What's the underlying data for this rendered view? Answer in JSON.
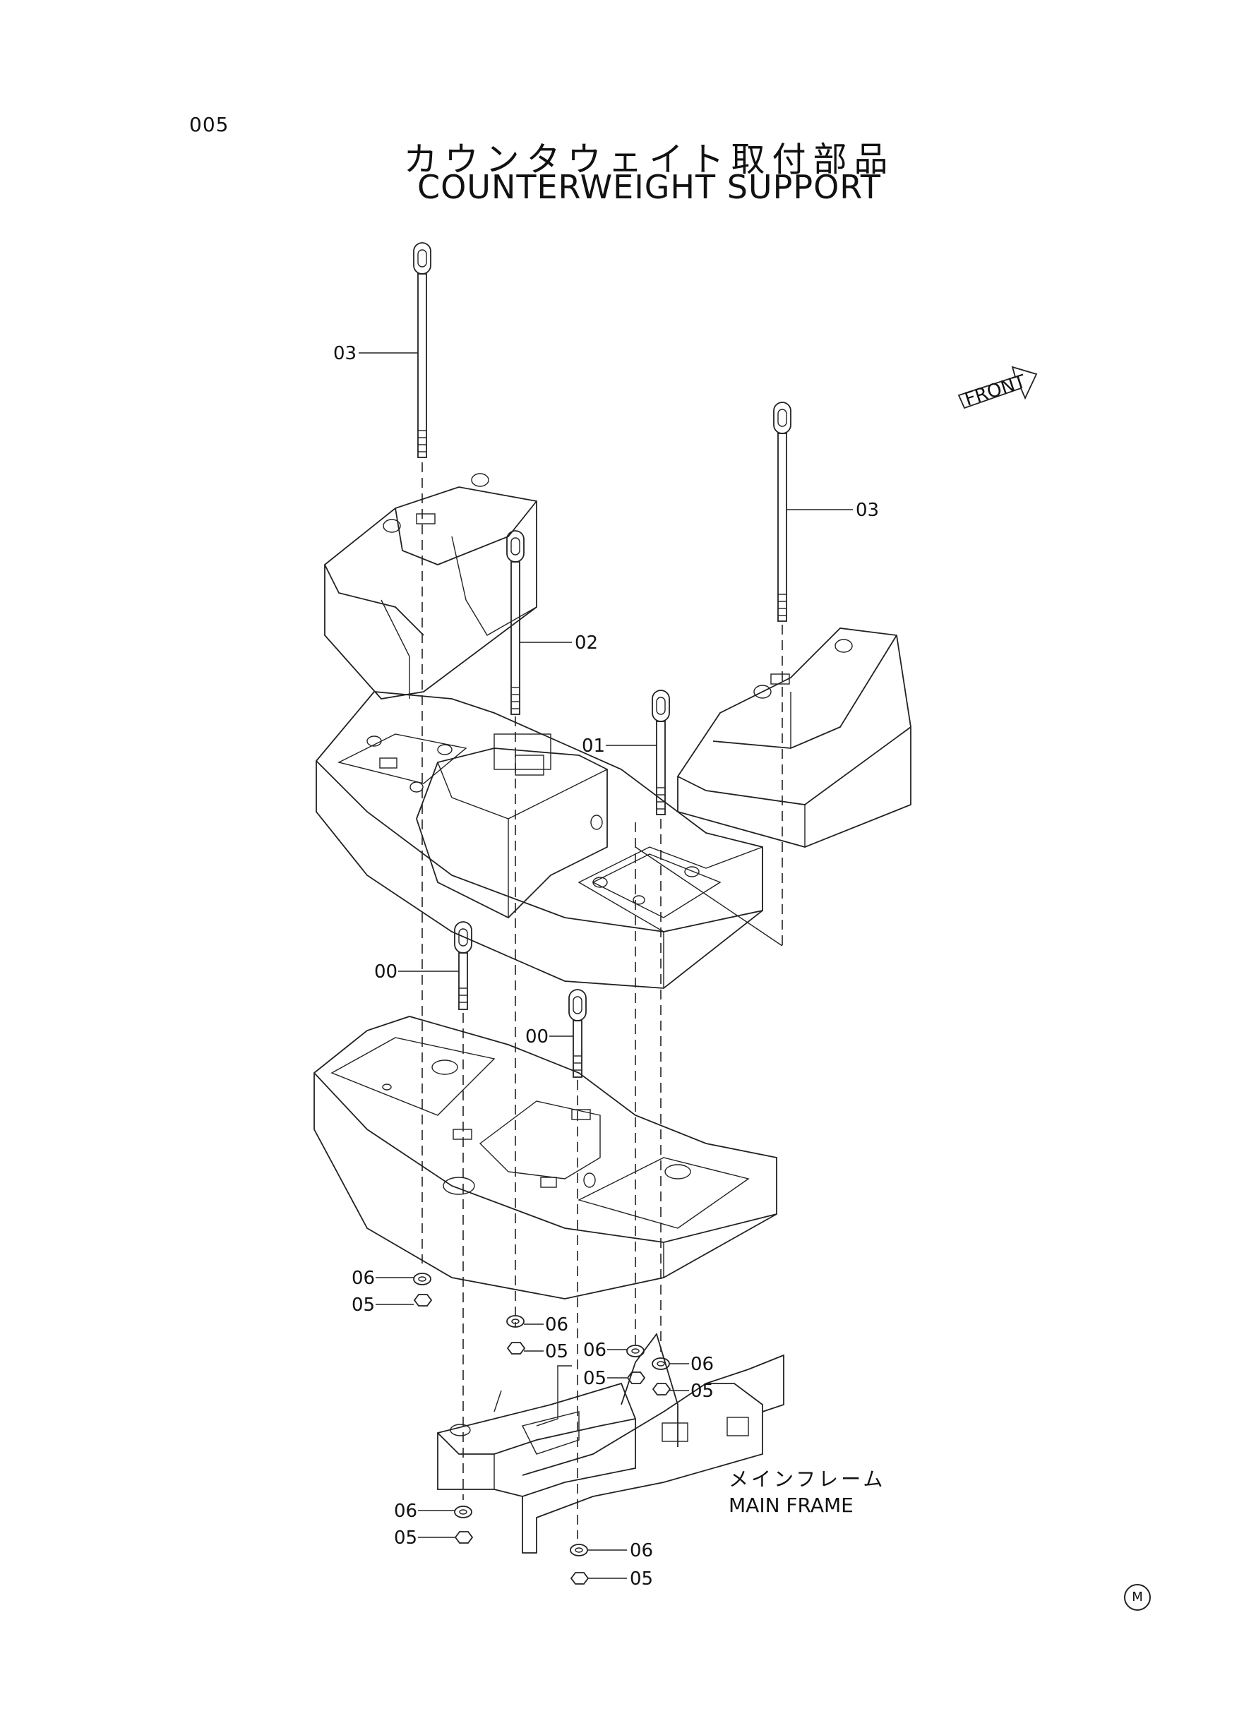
{
  "page_number": "005",
  "title_jp": "カウンタウェイト取付部品",
  "title_en": "COUNTERWEIGHT SUPPORT",
  "front_label": "FRONT",
  "main_frame": {
    "label_jp": "メインフレーム",
    "label_en": "MAIN FRAME"
  },
  "callouts": {
    "c03_left": "03",
    "c03_right": "03",
    "c02": "02",
    "c01": "01",
    "c00_upper": "00",
    "c00_lower": "00",
    "c06_a": "06",
    "c05_a": "05",
    "c06_b": "06",
    "c05_b": "05",
    "c06_c": "06",
    "c05_c": "05",
    "c06_d": "06",
    "c05_d": "05",
    "c06_e": "06",
    "c05_e": "05",
    "c06_f": "06",
    "c05_f": "05"
  },
  "corner_mark": "M"
}
